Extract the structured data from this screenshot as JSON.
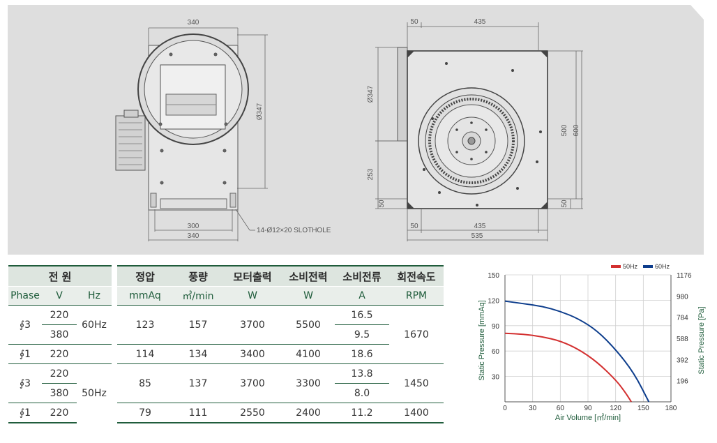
{
  "drawing": {
    "front": {
      "dim_top": "340",
      "dim_bottom_inner": "300",
      "dim_bottom_outer": "340",
      "dim_dia": "Ø347",
      "note": "14-Ø12×20 SLOTHOLE"
    },
    "side": {
      "dim_top_left": "50",
      "dim_top_right": "435",
      "dim_dia": "Ø347",
      "dim_253": "253",
      "dim_50a": "50",
      "dim_500": "500",
      "dim_600": "600",
      "dim_50b": "50",
      "dim_bottom_50": "50",
      "dim_bottom_435": "435",
      "dim_bottom_535": "535"
    }
  },
  "table": {
    "header1": {
      "power": "전 원",
      "pressure": "정압",
      "airflow": "풍량",
      "motor": "모터출력",
      "consumption": "소비전력",
      "current": "소비전류",
      "speed": "회전속도"
    },
    "header2": {
      "phase": "Phase",
      "v": "V",
      "hz": "Hz",
      "pressure": "mmAq",
      "airflow": "㎥/min",
      "motor": "W",
      "consumption": "W",
      "current": "A",
      "speed": "RPM"
    },
    "rows": [
      {
        "phase": "∮3",
        "v1": "220",
        "v2": "380",
        "hz": "60Hz",
        "pressure": "123",
        "airflow": "157",
        "motor": "3700",
        "consumption": "5500",
        "a1": "16.5",
        "a2": "9.5",
        "rpm": "1670"
      },
      {
        "phase": "∮1",
        "v": "220",
        "pressure": "114",
        "airflow": "134",
        "motor": "3400",
        "consumption": "4100",
        "a": "18.6"
      },
      {
        "phase": "∮3",
        "v1": "220",
        "v2": "380",
        "hz": "50Hz",
        "pressure": "85",
        "airflow": "137",
        "motor": "3700",
        "consumption": "3300",
        "a1": "13.8",
        "a2": "8.0",
        "rpm": "1450"
      },
      {
        "phase": "∮1",
        "v": "220",
        "pressure": "79",
        "airflow": "111",
        "motor": "2550",
        "consumption": "2400",
        "a": "11.2",
        "rpm": "1400"
      }
    ]
  },
  "chart_data": {
    "type": "line",
    "xlabel": "Air Volume [㎥/min]",
    "ylabel": "Static Pressure [mmAq]",
    "y2label": "Static Pressure [Pa]",
    "xlim": [
      0,
      180
    ],
    "ylim": [
      0,
      150
    ],
    "xticks": [
      "0",
      "30",
      "60",
      "90",
      "120",
      "150",
      "180"
    ],
    "yticks": [
      "30",
      "60",
      "90",
      "120",
      "150"
    ],
    "y2ticks": [
      "196",
      "392",
      "588",
      "784",
      "980",
      "1176"
    ],
    "legend_position": "top-right",
    "colors": {
      "50Hz": "#d32f2f",
      "60Hz": "#0d3d8c"
    },
    "series": [
      {
        "name": "50Hz",
        "x": [
          0,
          20,
          40,
          60,
          80,
          100,
          120,
          130,
          137
        ],
        "y": [
          81,
          80,
          77,
          72,
          62,
          47,
          26,
          12,
          0
        ]
      },
      {
        "name": "60Hz",
        "x": [
          0,
          20,
          40,
          60,
          80,
          100,
          120,
          140,
          156
        ],
        "y": [
          119,
          116,
          113,
          107,
          98,
          84,
          62,
          34,
          0
        ]
      }
    ]
  }
}
